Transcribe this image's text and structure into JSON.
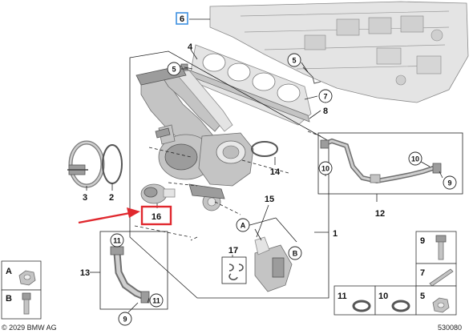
{
  "labels": {
    "p1": "1",
    "p2": "2",
    "p3": "3",
    "p4": "4",
    "p5a": "5",
    "p5b": "5",
    "p6": "6",
    "p7": "7",
    "p8": "8",
    "p12": "12",
    "p13": "13",
    "p14": "14",
    "p15": "15",
    "p16": "16",
    "p17": "17"
  },
  "circled": {
    "c7": "7",
    "c9a": "9",
    "c9b": "9",
    "c10a": "10",
    "c10b": "10",
    "c11a": "11",
    "c11b": "11",
    "cA": "A",
    "cB": "B"
  },
  "legend": {
    "A": "A",
    "B": "B",
    "n9": "9",
    "n7": "7",
    "n11": "11",
    "n10": "10",
    "n5": "5"
  },
  "footer": {
    "copyright": "© 2029 BMW AG",
    "diagram_number": "530080"
  },
  "colors": {
    "highlight_box": "#e0282e",
    "arrow": "#e0282e",
    "selected_label_bg": "#3d8fe0"
  }
}
